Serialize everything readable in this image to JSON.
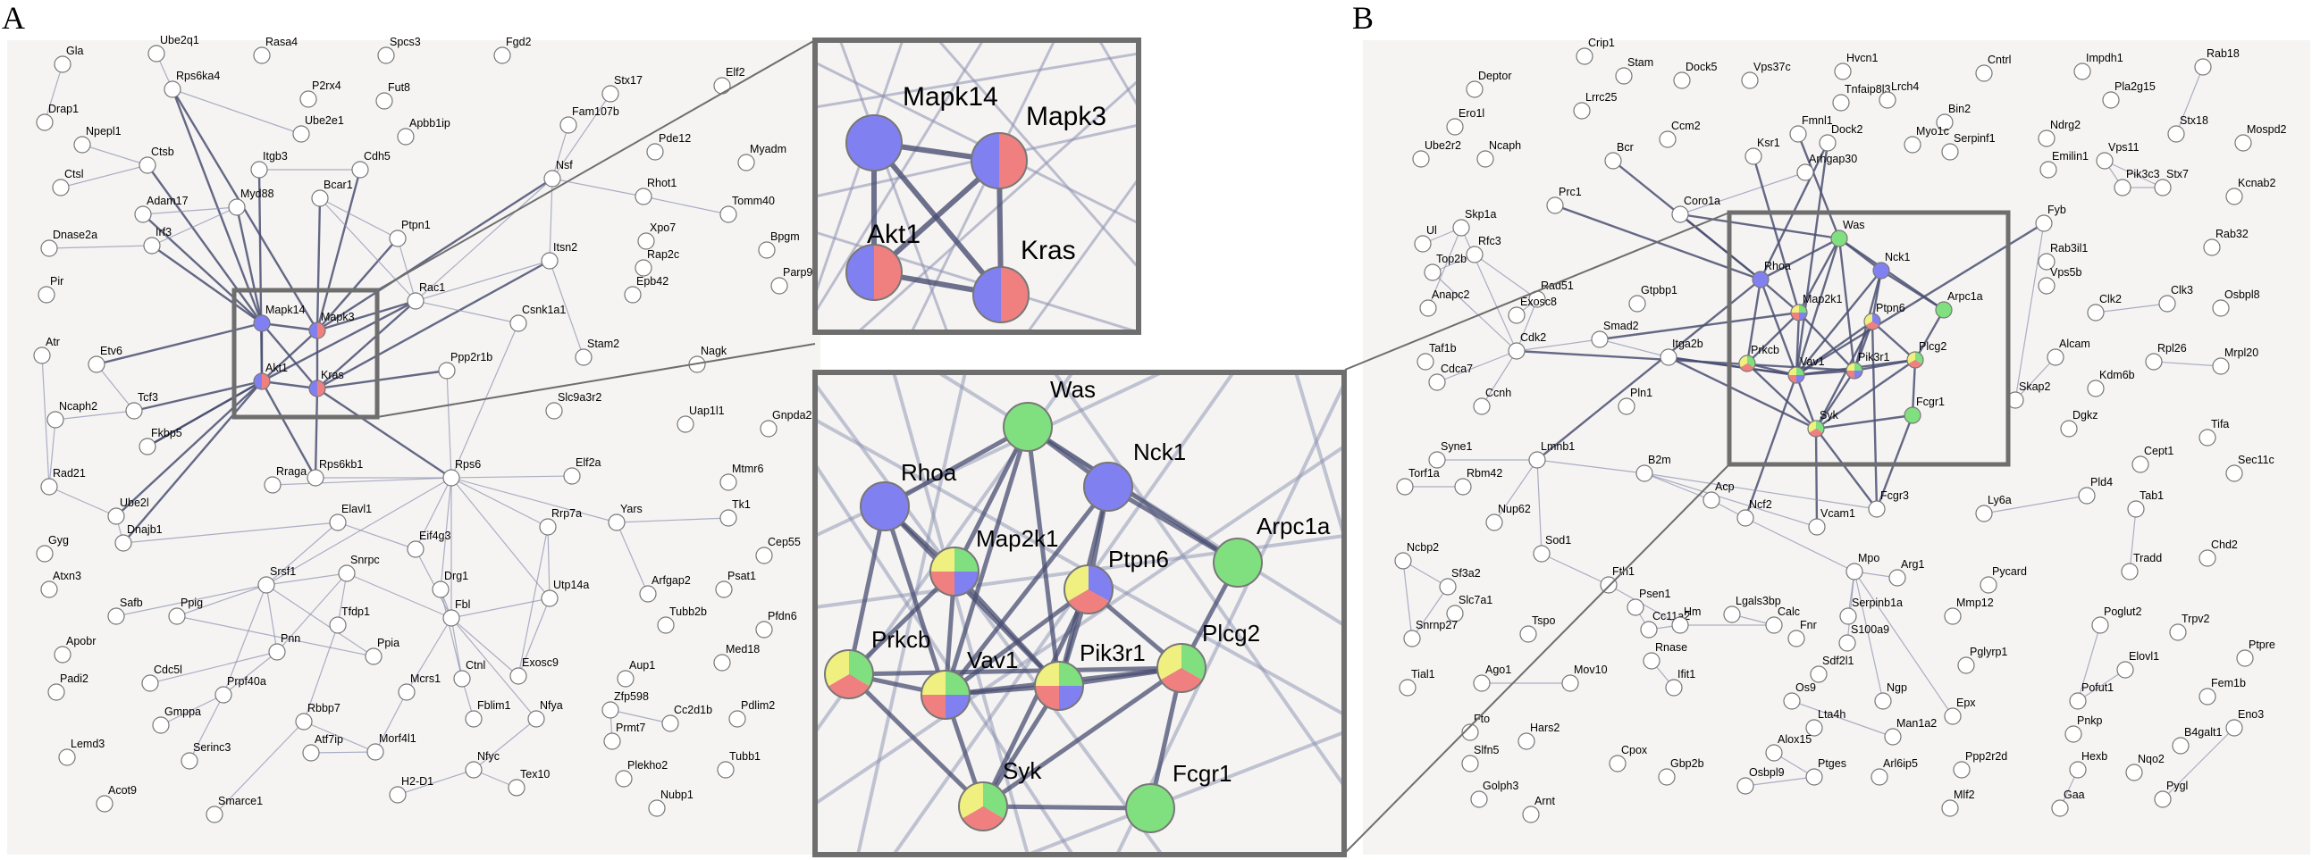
{
  "panels": {
    "A": {
      "letter": "A",
      "network": {
        "nodes": [
          "Gla",
          "Ube2q1",
          "Rasa4",
          "Spcs3",
          "Fgd2",
          "Stx17",
          "Elf2",
          "Drap1",
          "Rps6ka4",
          "P2rx4",
          "Fut8",
          "Npepl1",
          "Ctsl",
          "Ctsb",
          "Ube2e1",
          "Apbb1ip",
          "Fam107b",
          "Pde12",
          "Myadm",
          "Itgb3",
          "Cdh5",
          "Nsf",
          "Adam17",
          "Myd88",
          "Bcar1",
          "Rhot1",
          "Tomm40",
          "Dnase2a",
          "Irf3",
          "Ptpn1",
          "Bpgm",
          "Xpo7",
          "Rap2c",
          "Parp9",
          "Pir",
          "Itsn2",
          "Epb42",
          "Rac1",
          "Atr",
          "Etv6",
          "Csnk1a1",
          "Stam2",
          "Nagk",
          "Ppp2r1b",
          "Ncaph2",
          "Tcf3",
          "Fkbp5",
          "Slc9a3r2",
          "Uap1l1",
          "Gnpda2",
          "Rad21",
          "Rps6kb1",
          "Rraga",
          "Rps6",
          "Elf2a",
          "Mtmr6",
          "Ube2l",
          "Dnajb1",
          "Elavl1",
          "Eif4g3",
          "Rrp7a",
          "Yars",
          "Tk1",
          "Cep55",
          "Gyg",
          "Atxn3",
          "Srsf1",
          "Snrpc",
          "Drg1",
          "Utp14a",
          "Arfgap2",
          "Psat1",
          "Safb",
          "Ppig",
          "Tfdp1",
          "Fbl",
          "Tubb2b",
          "Pfdn6",
          "Apobr",
          "Pnn",
          "Ppia",
          "Med18",
          "Padi2",
          "Cdc5l",
          "Prpf40a",
          "Mcrs1",
          "Ctnl",
          "Exosc9",
          "Aup1",
          "Zfp598",
          "Cc2d1b",
          "Pdlim2",
          "Gmppa",
          "Rbbp7",
          "Fblim1",
          "Nfya",
          "Prmt7",
          "Lemd3",
          "Serinc3",
          "Atf7ip",
          "Morf4l1",
          "Tubb1",
          "Acot9",
          "Smarce1",
          "H2-D1",
          "Nfyc",
          "Tex10",
          "Plekho2",
          "Nubp1",
          "Mapk14",
          "Mapk3",
          "Akt1",
          "Kras"
        ],
        "highlighted": [
          "Mapk14",
          "Mapk3",
          "Akt1",
          "Kras"
        ]
      },
      "zoom": {
        "nodes": [
          {
            "name": "Mapk14",
            "colors": [
              "#8080f0"
            ]
          },
          {
            "name": "Mapk3",
            "colors": [
              "#8080f0",
              "#f08080"
            ]
          },
          {
            "name": "Akt1",
            "colors": [
              "#8080f0",
              "#f08080"
            ]
          },
          {
            "name": "Kras",
            "colors": [
              "#8080f0",
              "#f08080"
            ]
          }
        ]
      }
    },
    "A_lower_zoom": {
      "nodes": [
        {
          "name": "Was",
          "colors": [
            "#80e080"
          ]
        },
        {
          "name": "Rhoa",
          "colors": [
            "#8080f0"
          ]
        },
        {
          "name": "Nck1",
          "colors": [
            "#8080f0"
          ]
        },
        {
          "name": "Map2k1",
          "colors": [
            "#80e080",
            "#8080f0",
            "#f08080",
            "#f0f080"
          ]
        },
        {
          "name": "Arpc1a",
          "colors": [
            "#80e080"
          ]
        },
        {
          "name": "Ptpn6",
          "colors": [
            "#8080f0",
            "#f08080",
            "#f0f080"
          ]
        },
        {
          "name": "Prkcb",
          "colors": [
            "#80e080",
            "#f08080",
            "#f0f080"
          ]
        },
        {
          "name": "Vav1",
          "colors": [
            "#80e080",
            "#8080f0",
            "#f08080",
            "#f0f080"
          ]
        },
        {
          "name": "Pik3r1",
          "colors": [
            "#80e080",
            "#8080f0",
            "#f08080",
            "#f0f080"
          ]
        },
        {
          "name": "Plcg2",
          "colors": [
            "#80e080",
            "#f08080",
            "#f0f080"
          ]
        },
        {
          "name": "Syk",
          "colors": [
            "#80e080",
            "#f08080",
            "#f0f080"
          ]
        },
        {
          "name": "Fcgr1",
          "colors": [
            "#80e080"
          ]
        }
      ]
    },
    "B": {
      "letter": "B",
      "network": {
        "nodes": [
          "Crip1",
          "Deptor",
          "Stam",
          "Dock5",
          "Vps37c",
          "Hvcn1",
          "Cntrl",
          "Impdh1",
          "Rab18",
          "Lrrc25",
          "Tnfaip8l3",
          "Lrch4",
          "Pla2g15",
          "Ero1l",
          "Ccm2",
          "Fmnl1",
          "Dock2",
          "Bin2",
          "Ndrg2",
          "Stx18",
          "Mospd2",
          "Ube2r2",
          "Ncaph",
          "Bcr",
          "Ksr1",
          "Myo1c",
          "Serpinf1",
          "Emilin1",
          "Vps11",
          "Prc1",
          "Arhgap30",
          "Pik3c3",
          "Stx7",
          "Kcnab2",
          "Ul",
          "Skp1a",
          "Coro1a",
          "Fyb",
          "Rab32",
          "Rfc3",
          "Osbpl8",
          "Top2b",
          "Rad51",
          "Anapc2",
          "Exosc8",
          "Gtpbp1",
          "Rab3il1",
          "Vps5b",
          "Clk2",
          "Clk3",
          "Taf1b",
          "Cdk2",
          "Smad2",
          "Cdca7",
          "Itga2b",
          "Alcam",
          "Rpl26",
          "Mrpl20",
          "Skap2",
          "Kdm6b",
          "Ccnh",
          "Pln1",
          "Dgkz",
          "Syne1",
          "Lmnb1",
          "Tifa",
          "Torf1a",
          "Rbm42",
          "B2m",
          "Cept1",
          "Sec11c",
          "Pld4",
          "Nup62",
          "Ly6a",
          "Tab1",
          "Ncf2",
          "Fcgr3",
          "Vcam1",
          "Sod1",
          "Ncbp2",
          "Chd2",
          "Sf3a2",
          "Fth1",
          "Mpo",
          "Pycard",
          "Slc7a1",
          "Mmp12",
          "Tradd",
          "Snrnp27",
          "Psen1",
          "Cc11a2",
          "Lgals3bp",
          "Serpinb1a",
          "Arg1",
          "Poglut2",
          "Trpv2",
          "Tspo",
          "S100a9",
          "Elovl1",
          "Ptpre",
          "Tial1",
          "Ago1",
          "Mov10",
          "Rnase",
          "Sdf2l1",
          "Pglyrp1",
          "Pofut1",
          "Fem1b",
          "Os9",
          "Ngp",
          "Pnkp",
          "Ifit1",
          "Lta4h",
          "Man1a2",
          "Epx",
          "Hexb",
          "Nqo2",
          "B4galt1",
          "Eno3",
          "Fto",
          "Hars2",
          "Slfn5",
          "Alox15",
          "Ppp2r2d",
          "Ptges",
          "Arl6ip5",
          "Osbpl9",
          "Gbp2b",
          "Cpox",
          "Golph3",
          "Arnt",
          "Mlf2",
          "Gaa",
          "Pygl",
          "Hm",
          "Calc",
          "Fnr",
          "Acp",
          "Was",
          "Rhoa",
          "Nck1",
          "Map2k1",
          "Ptpn6",
          "Arpc1a",
          "Prkcb",
          "Vav1",
          "Pik3r1",
          "Plcg2",
          "Syk",
          "Fcgr1"
        ],
        "colored": {
          "Was": [
            "#80e080"
          ],
          "Rhoa": [
            "#8080f0"
          ],
          "Nck1": [
            "#8080f0"
          ],
          "Map2k1": [
            "#80e080",
            "#8080f0",
            "#f08080",
            "#f0f080"
          ],
          "Ptpn6": [
            "#8080f0",
            "#f08080",
            "#f0f080"
          ],
          "Arpc1a": [
            "#80e080"
          ],
          "Prkcb": [
            "#80e080",
            "#f08080",
            "#f0f080"
          ],
          "Vav1": [
            "#80e080",
            "#8080f0",
            "#f08080",
            "#f0f080"
          ],
          "Pik3r1": [
            "#80e080",
            "#8080f0",
            "#f08080",
            "#f0f080"
          ],
          "Plcg2": [
            "#80e080",
            "#f08080",
            "#f0f080"
          ],
          "Syk": [
            "#80e080",
            "#f08080",
            "#f0f080"
          ],
          "Fcgr1": [
            "#80e080"
          ]
        }
      }
    }
  },
  "colors": {
    "panel_bg": "#f5f4f2",
    "node_fill": "#ffffff",
    "node_stroke": "#777777",
    "edge": "#8a8fb0",
    "edge_dark": "#4a4f72",
    "zoom_frame": "#6e6e6e"
  }
}
